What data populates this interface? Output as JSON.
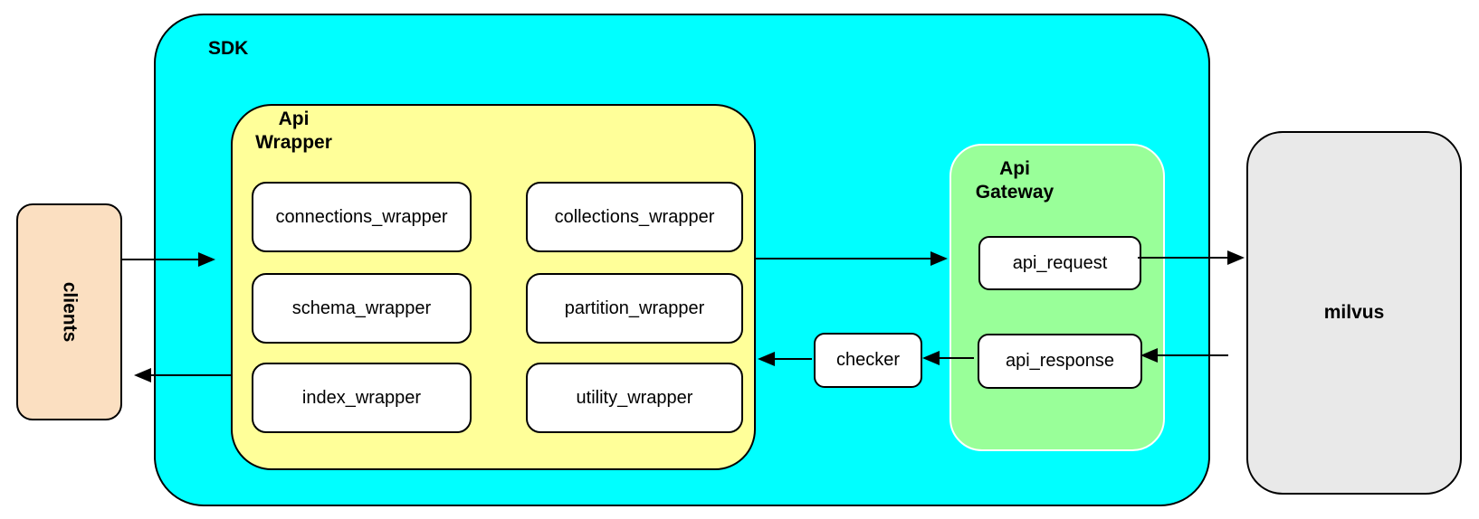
{
  "diagram": {
    "clients": {
      "label": "clients"
    },
    "sdk": {
      "label": "SDK"
    },
    "api_wrapper": {
      "title_line1": "Api",
      "title_line2": "Wrapper",
      "modules": [
        {
          "label": "connections_wrapper"
        },
        {
          "label": "collections_wrapper"
        },
        {
          "label": "schema_wrapper"
        },
        {
          "label": "partition_wrapper"
        },
        {
          "label": "index_wrapper"
        },
        {
          "label": "utility_wrapper"
        }
      ]
    },
    "checker": {
      "label": "checker"
    },
    "api_gateway": {
      "title_line1": "Api",
      "title_line2": "Gateway",
      "api_request": {
        "label": "api_request"
      },
      "api_response": {
        "label": "api_response"
      }
    },
    "milvus": {
      "label": "milvus"
    },
    "colors": {
      "sdk_fill": "#00ffff",
      "api_wrapper_fill": "#ffff99",
      "api_gateway_fill": "#99ff99",
      "clients_fill": "#fbdfc1",
      "milvus_fill": "#e9e9e9",
      "module_fill": "#ffffff",
      "border": "#000000"
    }
  }
}
